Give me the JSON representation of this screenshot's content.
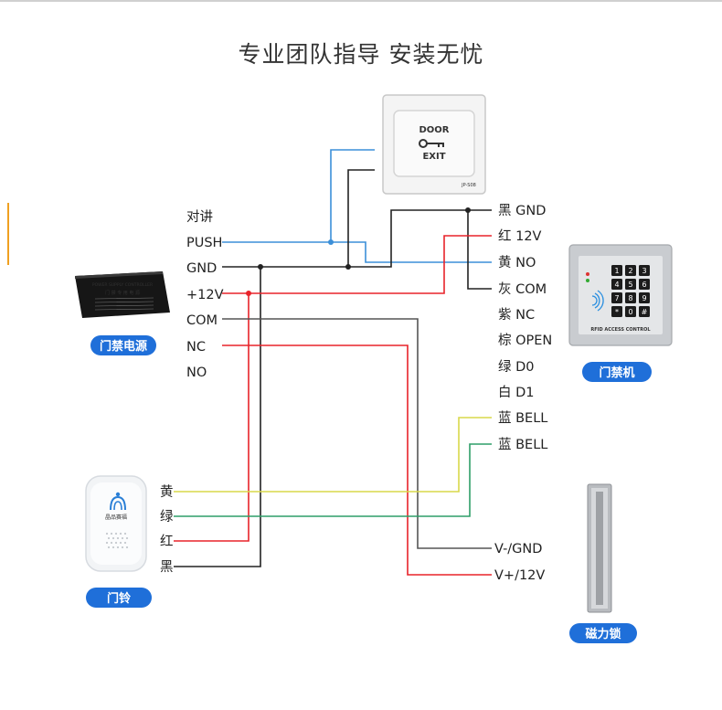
{
  "title": "专业团队指导 安装无忧",
  "devices": {
    "exit_button": {
      "line1": "DOOR",
      "line2": "EXIT",
      "model": "JP-S08"
    },
    "power_supply": {
      "label": "门禁电源",
      "brand_text": "POWER SUPPLY CONTROLLER",
      "cn_text": "门 禁 专 用 电 源"
    },
    "access_controller": {
      "label": "门禁机",
      "footer": "RFID ACCESS CONTROL",
      "keys": [
        "1",
        "2",
        "3",
        "4",
        "5",
        "6",
        "7",
        "8",
        "9",
        "*",
        "0",
        "#"
      ]
    },
    "doorbell": {
      "label": "门铃",
      "brand": "晶品赛福"
    },
    "maglock": {
      "label": "磁力锁"
    }
  },
  "power_terminals": [
    "对讲",
    "PUSH",
    "GND",
    "+12V",
    "COM",
    "NC",
    "NO"
  ],
  "controller_wires": [
    "黑 GND",
    "红 12V",
    "黄 NO",
    "灰 COM",
    "紫 NC",
    "棕 OPEN",
    "绿 D0",
    "白 D1",
    "蓝 BELL",
    "蓝 BELL"
  ],
  "bell_wires": [
    "黄",
    "绿",
    "红",
    "黑"
  ],
  "lock_terminals": [
    "V-/GND",
    "V+/12V"
  ],
  "colors": {
    "blue_wire": "#3b8fd8",
    "black_wire": "#222222",
    "red_wire": "#e8232a",
    "gray_wire": "#555555",
    "yellow_wire": "#d8d84a",
    "green_wire": "#2e9e68",
    "badge": "#1f6fd9"
  }
}
